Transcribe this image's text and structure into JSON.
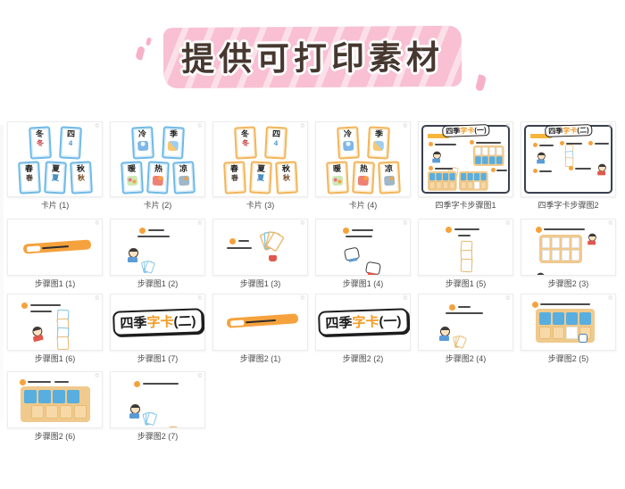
{
  "title": {
    "text": "提供可打印素材"
  },
  "watermark": "©",
  "logo": {
    "seasons": "四季",
    "zika": "字卡",
    "one": "(一)",
    "two": "(二)"
  },
  "card_set_1": {
    "top": [
      {
        "main": "冬",
        "sub": "冬"
      },
      {
        "main": "四",
        "sub": "4"
      }
    ],
    "bottom": [
      {
        "main": "春",
        "sub": "春"
      },
      {
        "main": "夏",
        "sub": "夏"
      },
      {
        "main": "秋",
        "sub": "秋"
      }
    ]
  },
  "card_set_2": {
    "top": [
      {
        "main": "冷"
      },
      {
        "main": "季"
      }
    ],
    "bottom": [
      {
        "main": "暖"
      },
      {
        "main": "热"
      },
      {
        "main": "凉"
      }
    ]
  },
  "labels": {
    "row1": [
      "卡片 (1)",
      "卡片 (2)",
      "卡片 (3)",
      "卡片 (4)",
      "四季字卡步骤图1",
      "四季字卡步骤图2"
    ],
    "row2": [
      "步骤图1 (1)",
      "步骤图1 (2)",
      "步骤图1 (3)",
      "步骤图1 (4)",
      "步骤图1 (5)",
      "步骤图2 (3)"
    ],
    "row3": [
      "步骤图1 (6)",
      "步骤图1 (7)",
      "步骤图2 (1)",
      "步骤图2 (2)",
      "步骤图2 (4)",
      "步骤图2 (5)"
    ],
    "row4": [
      "步骤图2 (6)",
      "步骤图2 (7)"
    ]
  },
  "colors": {
    "highlight_pink": "#f8c0d2",
    "title_brown": "#463830",
    "card_border_blue": "#6fb9e6",
    "card_border_orange": "#f2b45a",
    "accent_orange": "#f6a23c",
    "board_tan": "#f0c98c",
    "block_blue": "#58aede",
    "sheet_border": "#39404f",
    "label_gray": "#4a4a4a"
  }
}
